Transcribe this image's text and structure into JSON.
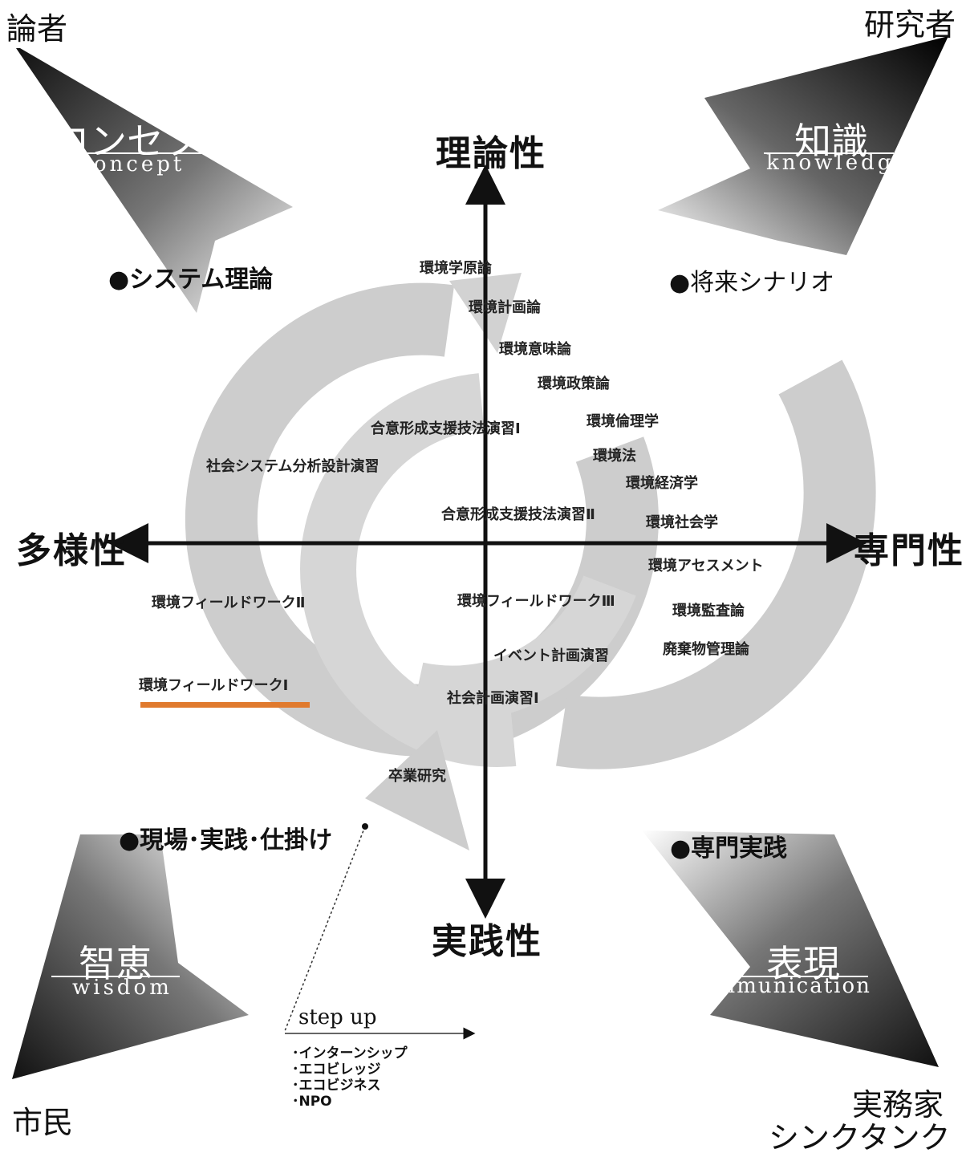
{
  "corners": {
    "top_left": "論者",
    "top_right": "研究者",
    "bottom_left": "市民",
    "bottom_right_1": "実務家",
    "bottom_right_2": "シンクタンク"
  },
  "axes": {
    "top": "理論性",
    "bottom": "実践性",
    "left": "多様性",
    "right": "専門性"
  },
  "quadrants": {
    "concept": {
      "jp": "コンセプト",
      "en": "Concept"
    },
    "knowledge": {
      "jp": "知識",
      "en": "knowledge"
    },
    "wisdom": {
      "jp": "智恵",
      "en": "wisdom"
    },
    "communication": {
      "jp": "表現",
      "en": "Communication"
    }
  },
  "bullets": {
    "system": "●システム理論",
    "scenario": "●将来シナリオ",
    "field": "●現場･実践･仕掛け",
    "practice": "●専門実践"
  },
  "courses": [
    "環境学原論",
    "環境計画論",
    "環境意味論",
    "環境政策論",
    "合意形成支援技法演習Ⅰ",
    "環境倫理学",
    "社会システム分析設計演習",
    "環境法",
    "環境経済学",
    "合意形成支援技法演習Ⅱ",
    "環境社会学",
    "環境アセスメント",
    "環境フィールドワークⅡ",
    "環境フィールドワークⅢ",
    "環境監査論",
    "廃棄物管理論",
    "イベント計画演習",
    "環境フィールドワークⅠ",
    "社会計画演習Ⅰ",
    "卒業研究"
  ],
  "stepup": {
    "label": "step up",
    "items": [
      "･インターンシップ",
      "･エコビレッジ",
      "･エコビジネス",
      "･NPO"
    ]
  },
  "colors": {
    "highlight_underline": "#e07a2e",
    "swirl": "#cfcfcf",
    "axis": "#111111"
  }
}
